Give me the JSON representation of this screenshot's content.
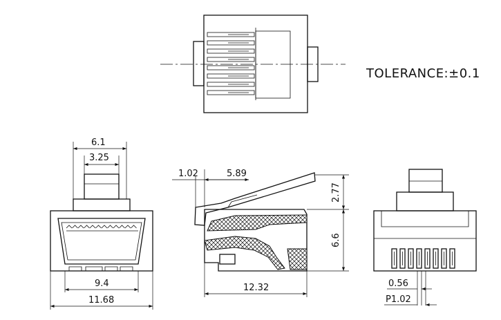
{
  "tolerance_note": "TOLERANCE:±0.1",
  "front_view": {
    "dim_top_outer": "6.1",
    "dim_top_inner": "3.25",
    "dim_inner_width": "9.4",
    "dim_outer_width": "11.68"
  },
  "side_view": {
    "dim_lead": "1.02",
    "dim_latch": "5.89",
    "dim_latch_height": "2.77",
    "dim_body_height": "6.6",
    "dim_length": "12.32"
  },
  "end_view": {
    "dim_contact_width": "0.56",
    "dim_pitch": "P1.02"
  }
}
